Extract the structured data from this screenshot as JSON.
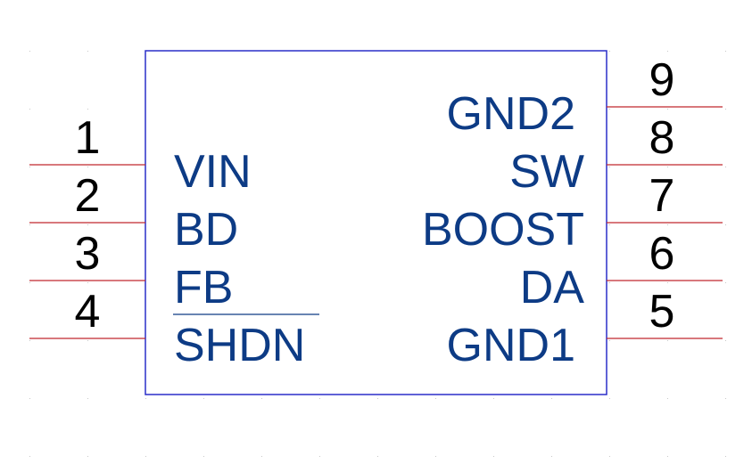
{
  "component": {
    "left_pins": [
      {
        "number": "1",
        "name": "VIN",
        "overbar": false
      },
      {
        "number": "2",
        "name": "BD",
        "overbar": false
      },
      {
        "number": "3",
        "name": "FB",
        "overbar": false
      },
      {
        "number": "4",
        "name": "SHDN",
        "overbar": true
      }
    ],
    "right_pins": [
      {
        "number": "9",
        "name": "GND2"
      },
      {
        "number": "8",
        "name": "SW"
      },
      {
        "number": "7",
        "name": "BOOST"
      },
      {
        "number": "6",
        "name": "DA"
      },
      {
        "number": "5",
        "name": "GND1"
      }
    ]
  },
  "colors": {
    "body_outline": "#2a2ec8",
    "pin_line": "#c0272d",
    "pin_name": "#0d3b85",
    "pin_number": "#000000"
  }
}
